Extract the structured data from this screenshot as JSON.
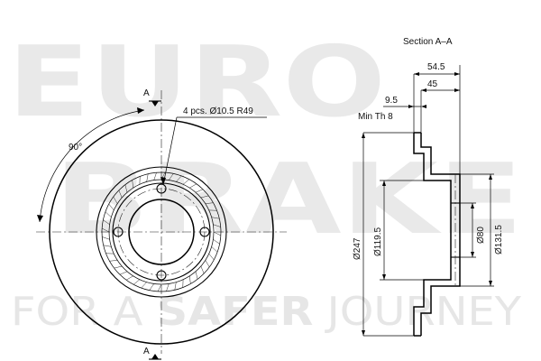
{
  "watermark": {
    "line1": "EURO",
    "line2": "BRAKE",
    "tagline_prefix": "FOR A ",
    "tagline_bold": "SAFER",
    "tagline_suffix": " JOURNEY"
  },
  "front_view": {
    "section_marker": "A",
    "angle_label": "90°",
    "holes_label": "4 pcs. Ø10.5 R49"
  },
  "section_view": {
    "title": "Section A–A",
    "dim_overall_height": "54.5",
    "dim_hat_height": "45",
    "dim_offset": "9.5",
    "min_thickness_label": "Min   Th 8",
    "dim_outer_diameter": "Ø247",
    "dim_hat_diameter": "Ø119.5",
    "dim_bore_diameter": "Ø80",
    "dim_hub_diameter": "Ø131.5"
  }
}
